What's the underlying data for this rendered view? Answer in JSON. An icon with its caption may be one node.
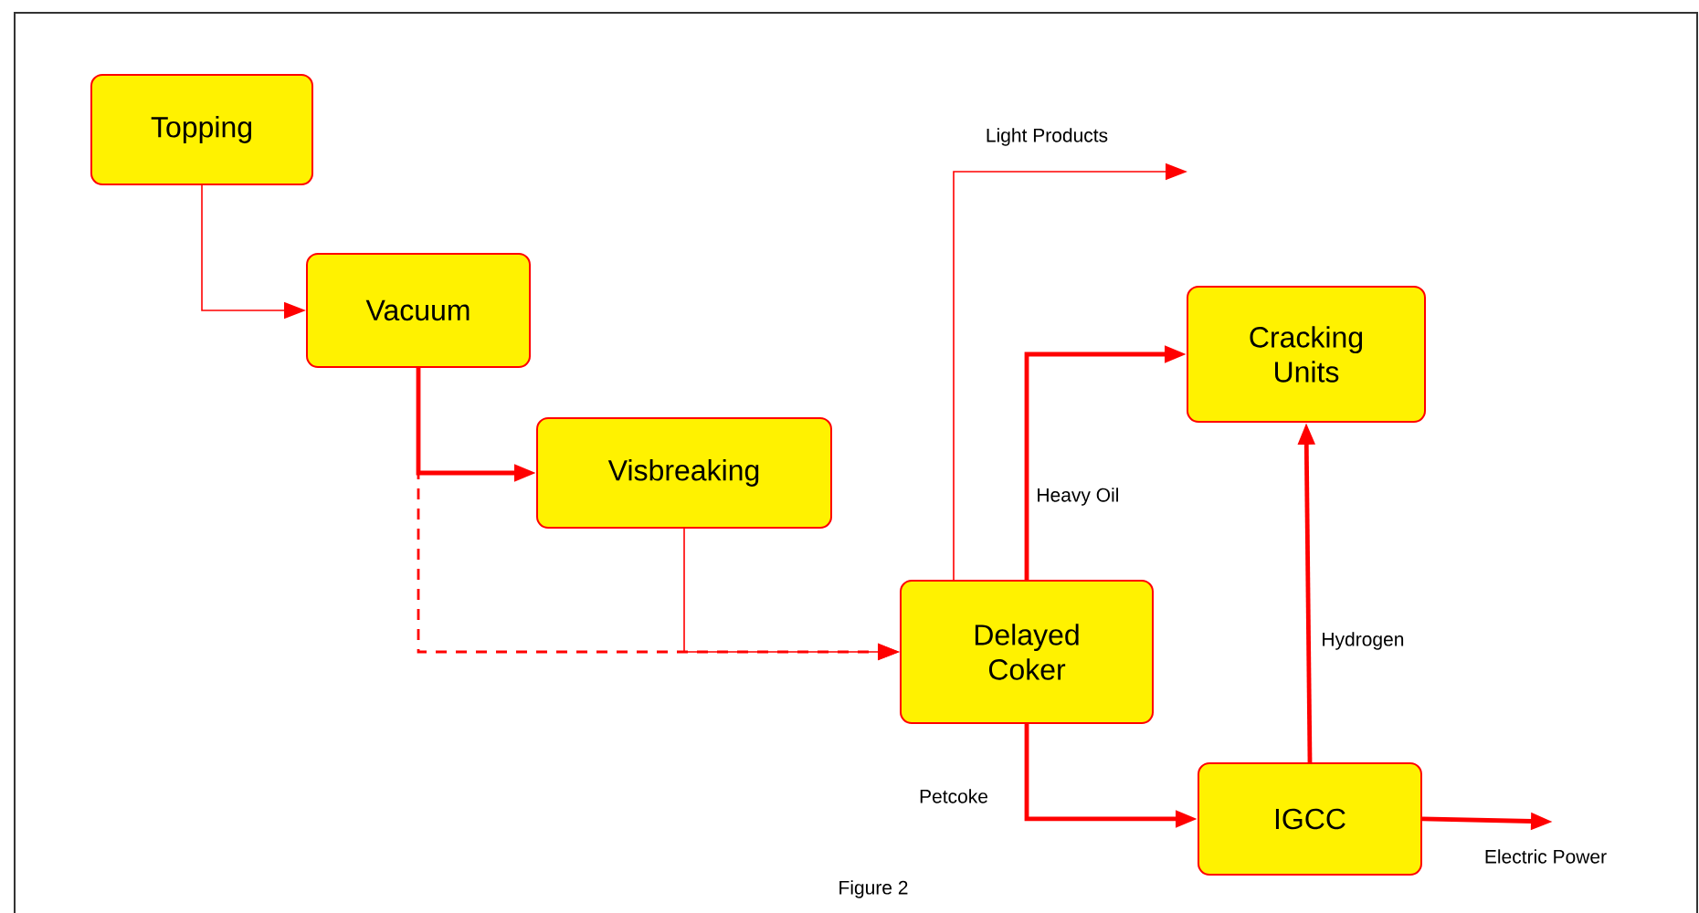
{
  "diagram": {
    "caption": "Figure 2",
    "nodes": [
      {
        "text": [
          "Topping"
        ]
      },
      {
        "text": [
          "Vacuum"
        ]
      },
      {
        "text": [
          "Visbreaking"
        ]
      },
      {
        "text": [
          "Delayed Coker"
        ]
      },
      {
        "text": [
          "Cracking Units"
        ]
      },
      {
        "text": [
          "IGCC"
        ]
      }
    ],
    "edges": [
      {
        "from": 0,
        "to": 1,
        "arrow": "to"
      },
      {
        "from": 1,
        "to": 2,
        "arrow": "to"
      },
      {
        "from": 1,
        "to": 3,
        "arrow": "to",
        "style": "dashed"
      },
      {
        "from": 2,
        "to": 3,
        "arrow": "to"
      },
      {
        "from": 3,
        "to": null,
        "arrow": "to",
        "label": "Light Products"
      },
      {
        "from": 3,
        "to": 4,
        "arrow": "to",
        "label": "Heavy Oil"
      },
      {
        "from": 3,
        "to": 5,
        "arrow": "to",
        "label": "Petcoke"
      },
      {
        "from": 5,
        "to": 4,
        "arrow": "to",
        "label": "Hydrogen"
      },
      {
        "from": 5,
        "to": null,
        "arrow": "to",
        "label": "Electric Power"
      }
    ]
  }
}
